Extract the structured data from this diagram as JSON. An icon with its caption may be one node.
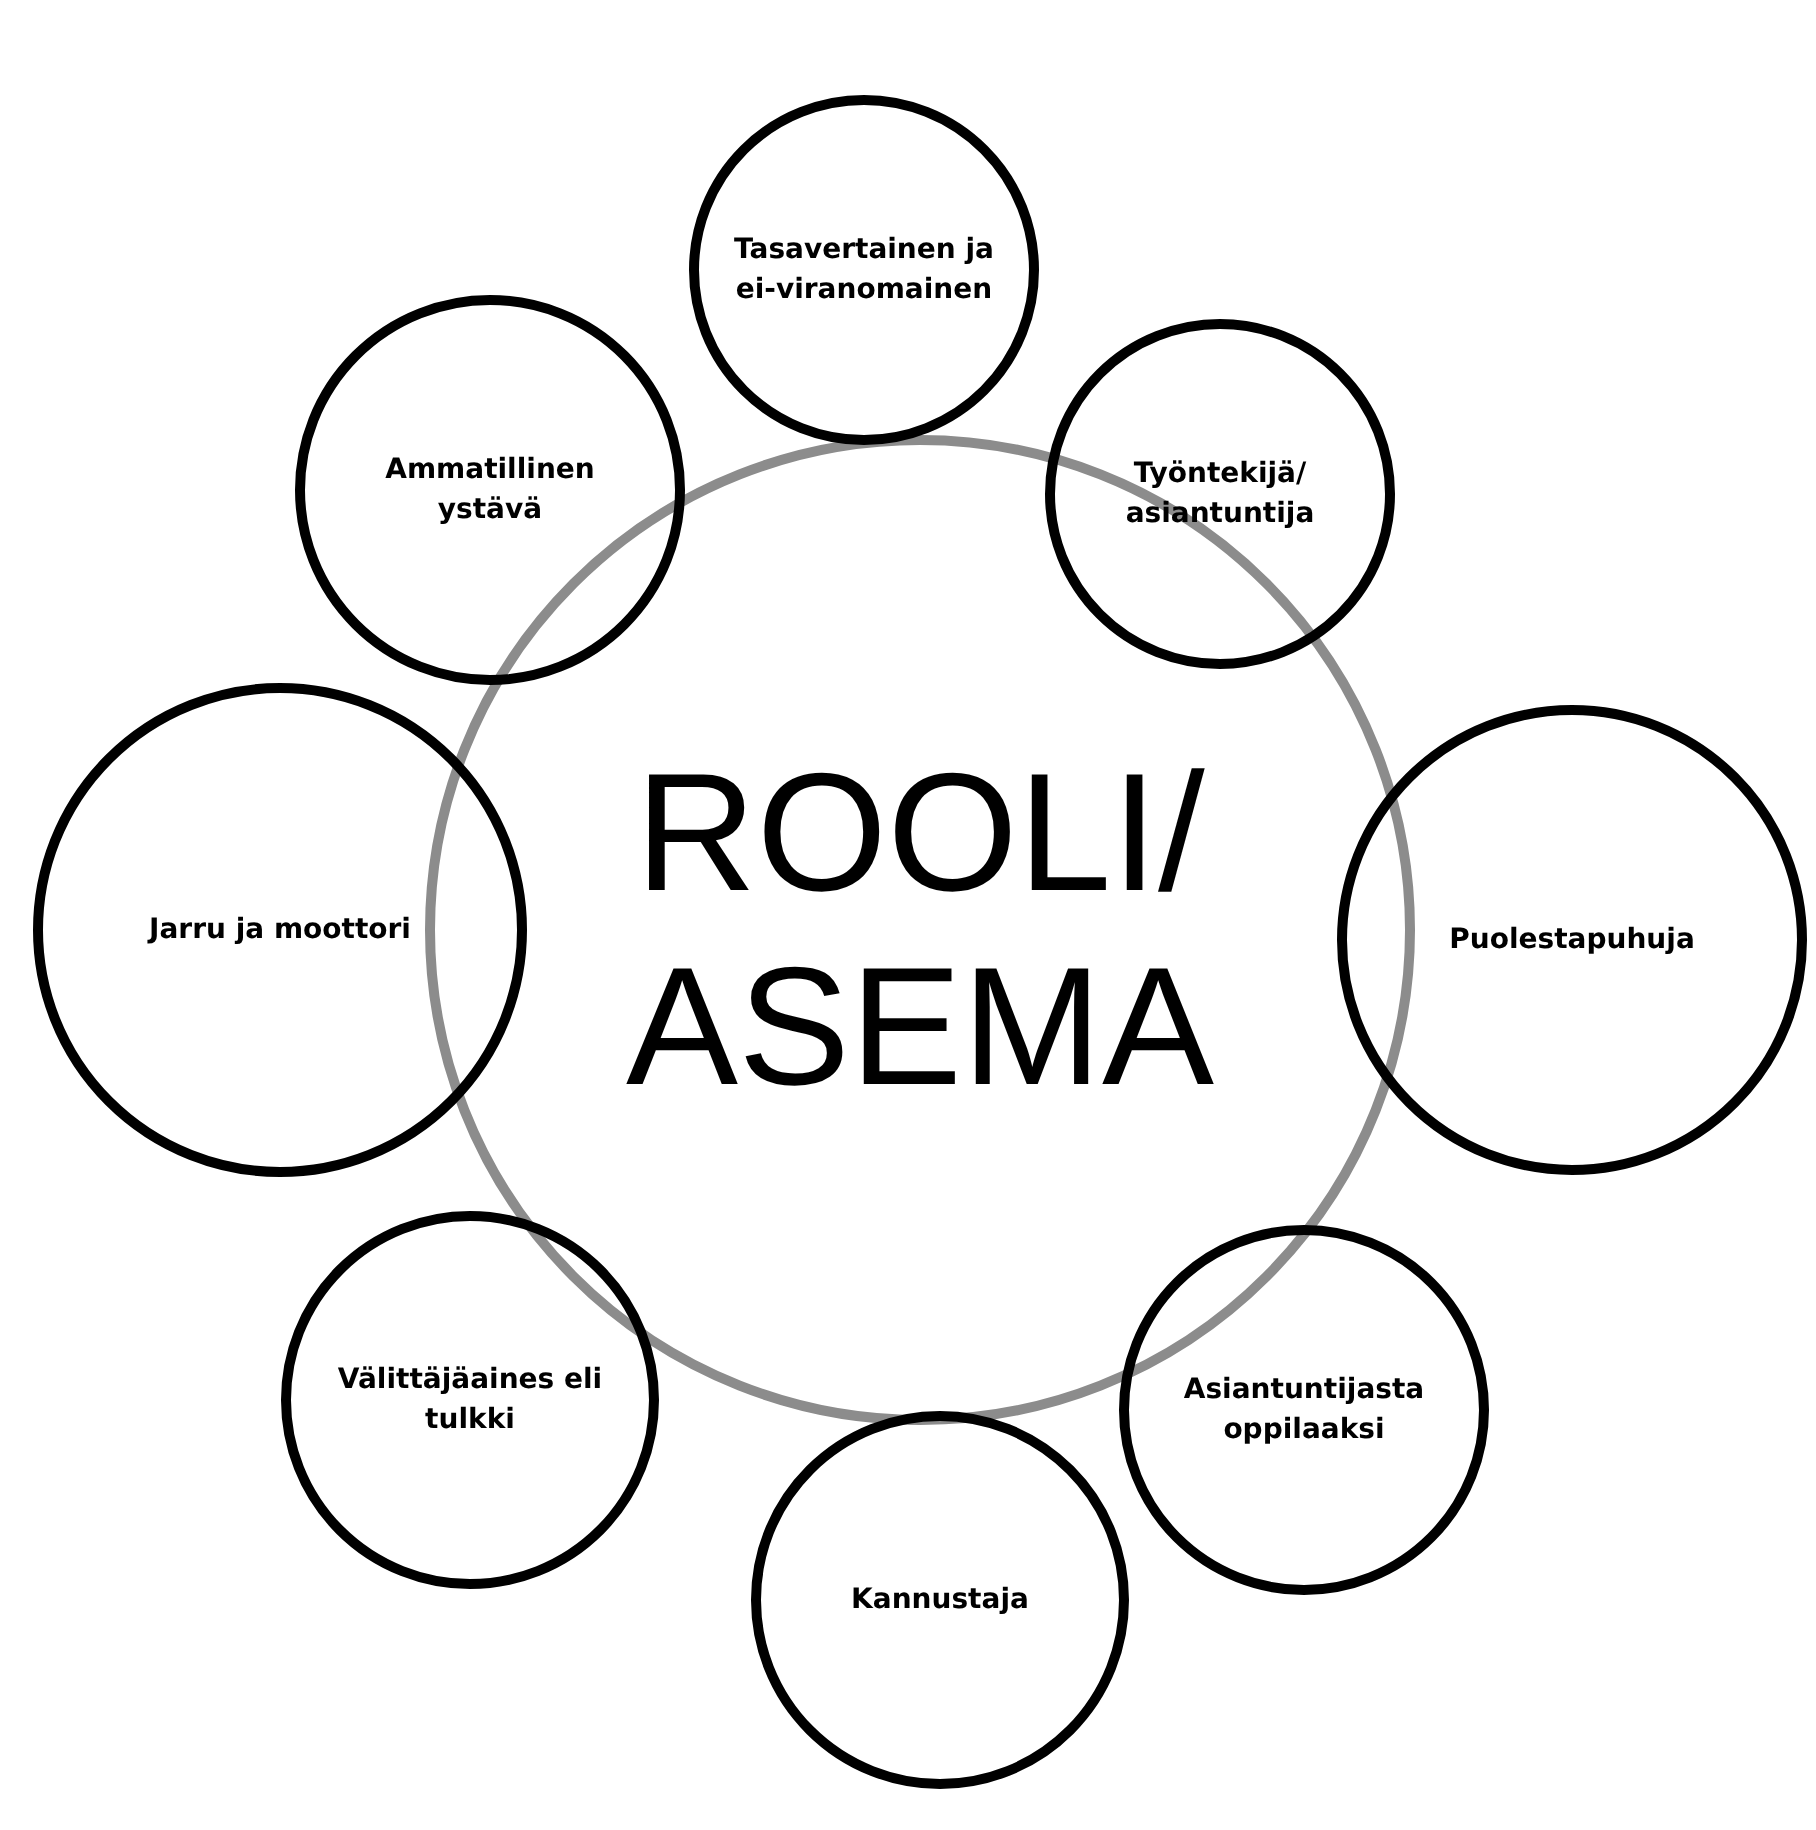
{
  "diagram": {
    "nodes": [
      {
        "text": [
          "ROOLI/ ASEMA"
        ]
      },
      {
        "text": [
          "Tasavertainen ja ei-viranomainen"
        ]
      },
      {
        "text": [
          "Työntekijä/ asiantuntija"
        ]
      },
      {
        "text": [
          "Puolestapuhuja"
        ]
      },
      {
        "text": [
          "Asiantuntijasta oppilaaksi"
        ]
      },
      {
        "text": [
          "Kannustaja"
        ]
      },
      {
        "text": [
          "Välittäjäaines eli tulkki"
        ]
      },
      {
        "text": [
          "Jarru ja moottori"
        ]
      },
      {
        "text": [
          "Ammatillinen ystävä"
        ]
      }
    ]
  }
}
